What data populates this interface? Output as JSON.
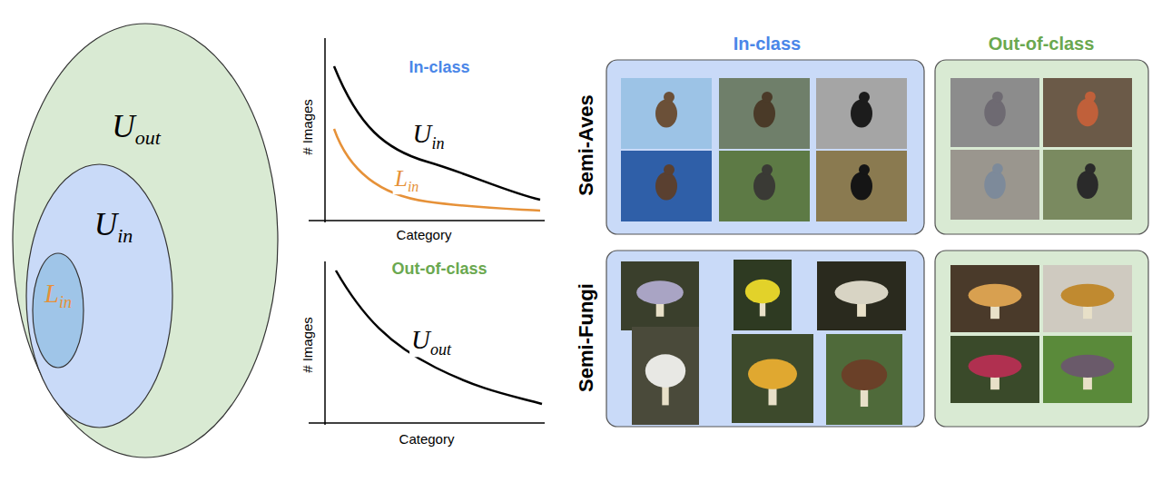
{
  "diagram": {
    "nodes": [
      {
        "text": [
          "Uout"
        ]
      },
      {
        "text": [
          "Uin"
        ],
        "in": 0
      },
      {
        "text": [
          "Lin"
        ],
        "in": 1
      }
    ],
    "labels": [
      "In-class",
      "# Images",
      "Category",
      "Uin",
      "Lin",
      "Out-of-class",
      "# Images",
      "Category",
      "Uout",
      "In-class",
      "Out-of-class",
      "Semi-Aves",
      "Semi-Fungi"
    ]
  }
}
